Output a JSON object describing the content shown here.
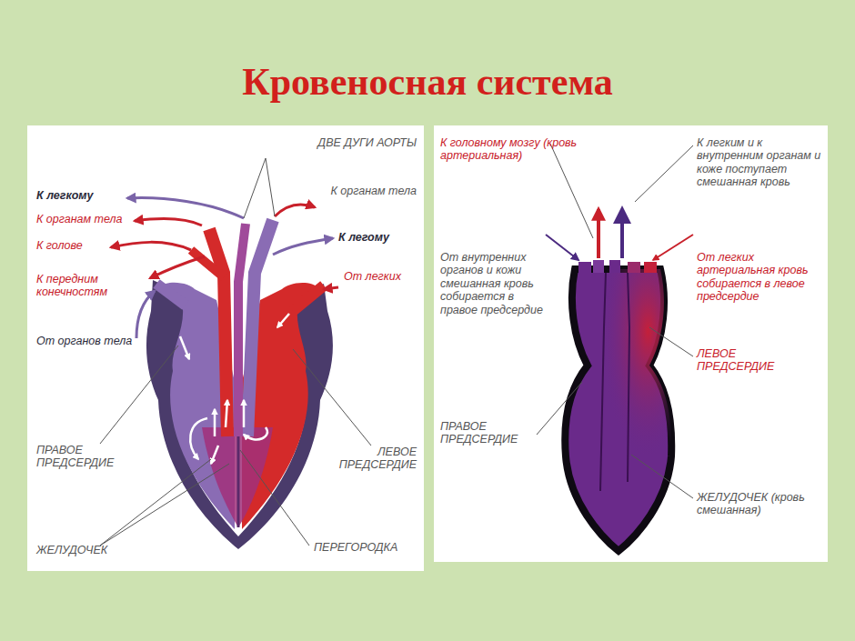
{
  "diagram": {
    "title": "Кровеносная система",
    "labels": [
      "ДВЕ ДУГИ АОРТЫ",
      "К легкому",
      "К органам тела",
      "К голове",
      "К передним конечностям",
      "От органов тела",
      "К органам тела",
      "К легому",
      "От легких",
      "ПРАВОЕ ПРЕДСЕРДИЕ",
      "ЛЕВОЕ ПРЕДСЕРДИЕ",
      "ЖЕЛУДОЧЕК",
      "ПЕРЕГОРОДКА",
      "К головному мозгу (кровь артериальная)",
      "К легким и к внутренним органам и коже поступает смешанная кровь",
      "От внутренних органов и кожи смешанная кровь собирается в правое предсердие",
      "От легких артериальная кровь собирается в левое предсердие",
      "ЛЕВОЕ ПРЕДСЕРДИЕ",
      "ПРАВОЕ ПРЕДСЕРДИЕ",
      "ЖЕЛУДОЧЕК (кровь смешанная)"
    ]
  }
}
